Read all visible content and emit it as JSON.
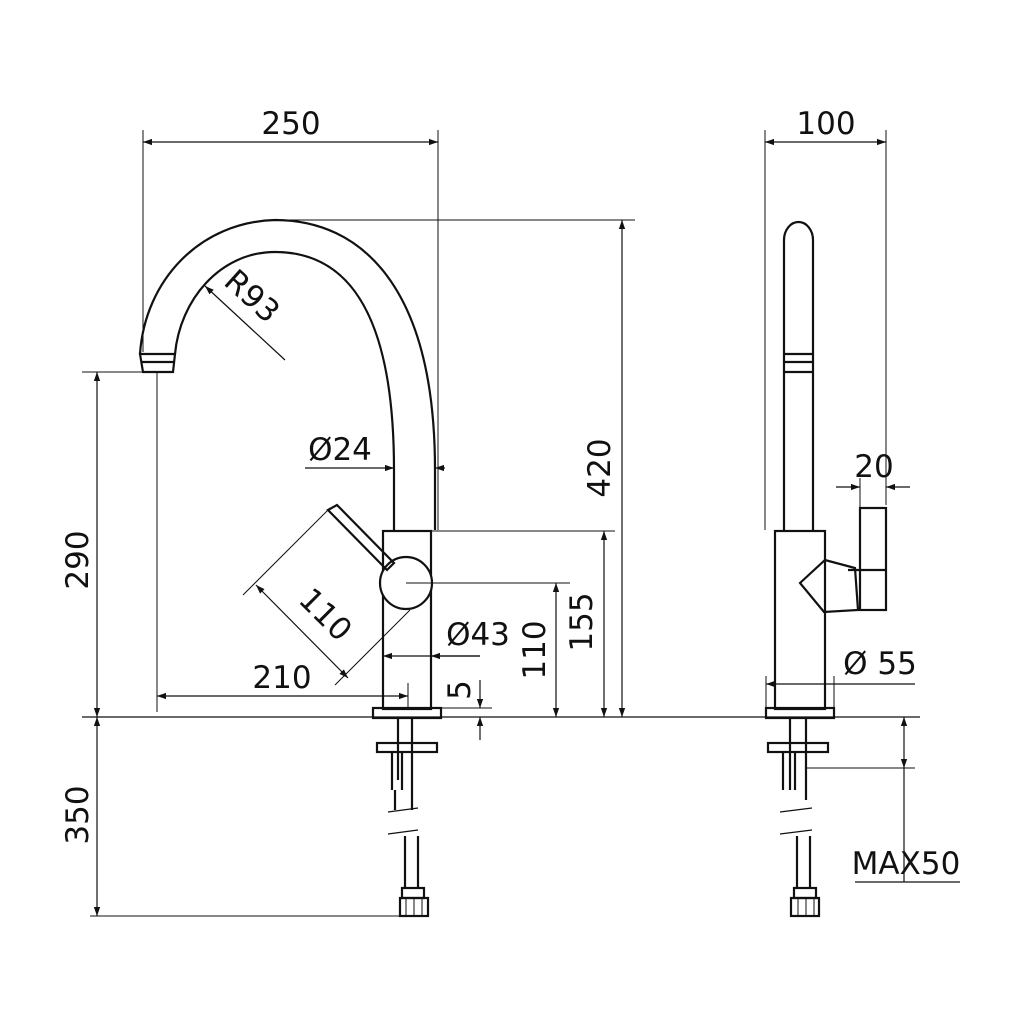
{
  "front_view": {
    "width_label": "250",
    "radius_label": "R93",
    "spout_diameter_label": "Ø24",
    "total_height_label": "420",
    "outlet_height_label": "290",
    "handle_length_label": "110",
    "body_diameter_label": "Ø43",
    "body_height_label": "155",
    "lever_axis_height_label": "110",
    "reach_label": "210",
    "base_plate_label": "5",
    "hose_length_label": "350"
  },
  "side_view": {
    "depth_label": "100",
    "handle_width_label": "20",
    "base_diameter_label": "Ø 55",
    "max_counter_label": "MAX50"
  }
}
